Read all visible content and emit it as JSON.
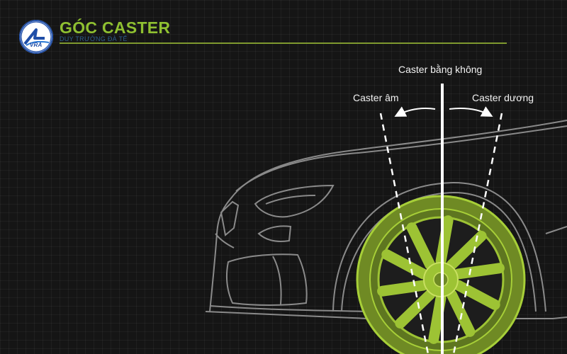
{
  "header": {
    "title": "GÓC CASTER",
    "logo_text": "VRA",
    "logo_subtext": "DUY TRƯỜNG ĐÀ TẾ"
  },
  "diagram": {
    "label_zero": "Caster bằng không",
    "label_negative": "Caster âm",
    "label_positive": "Caster dương"
  },
  "colors": {
    "accent": "#8fc031",
    "wheel": "#9dc334",
    "outline": "#8a8a8a",
    "background": "#151515"
  }
}
